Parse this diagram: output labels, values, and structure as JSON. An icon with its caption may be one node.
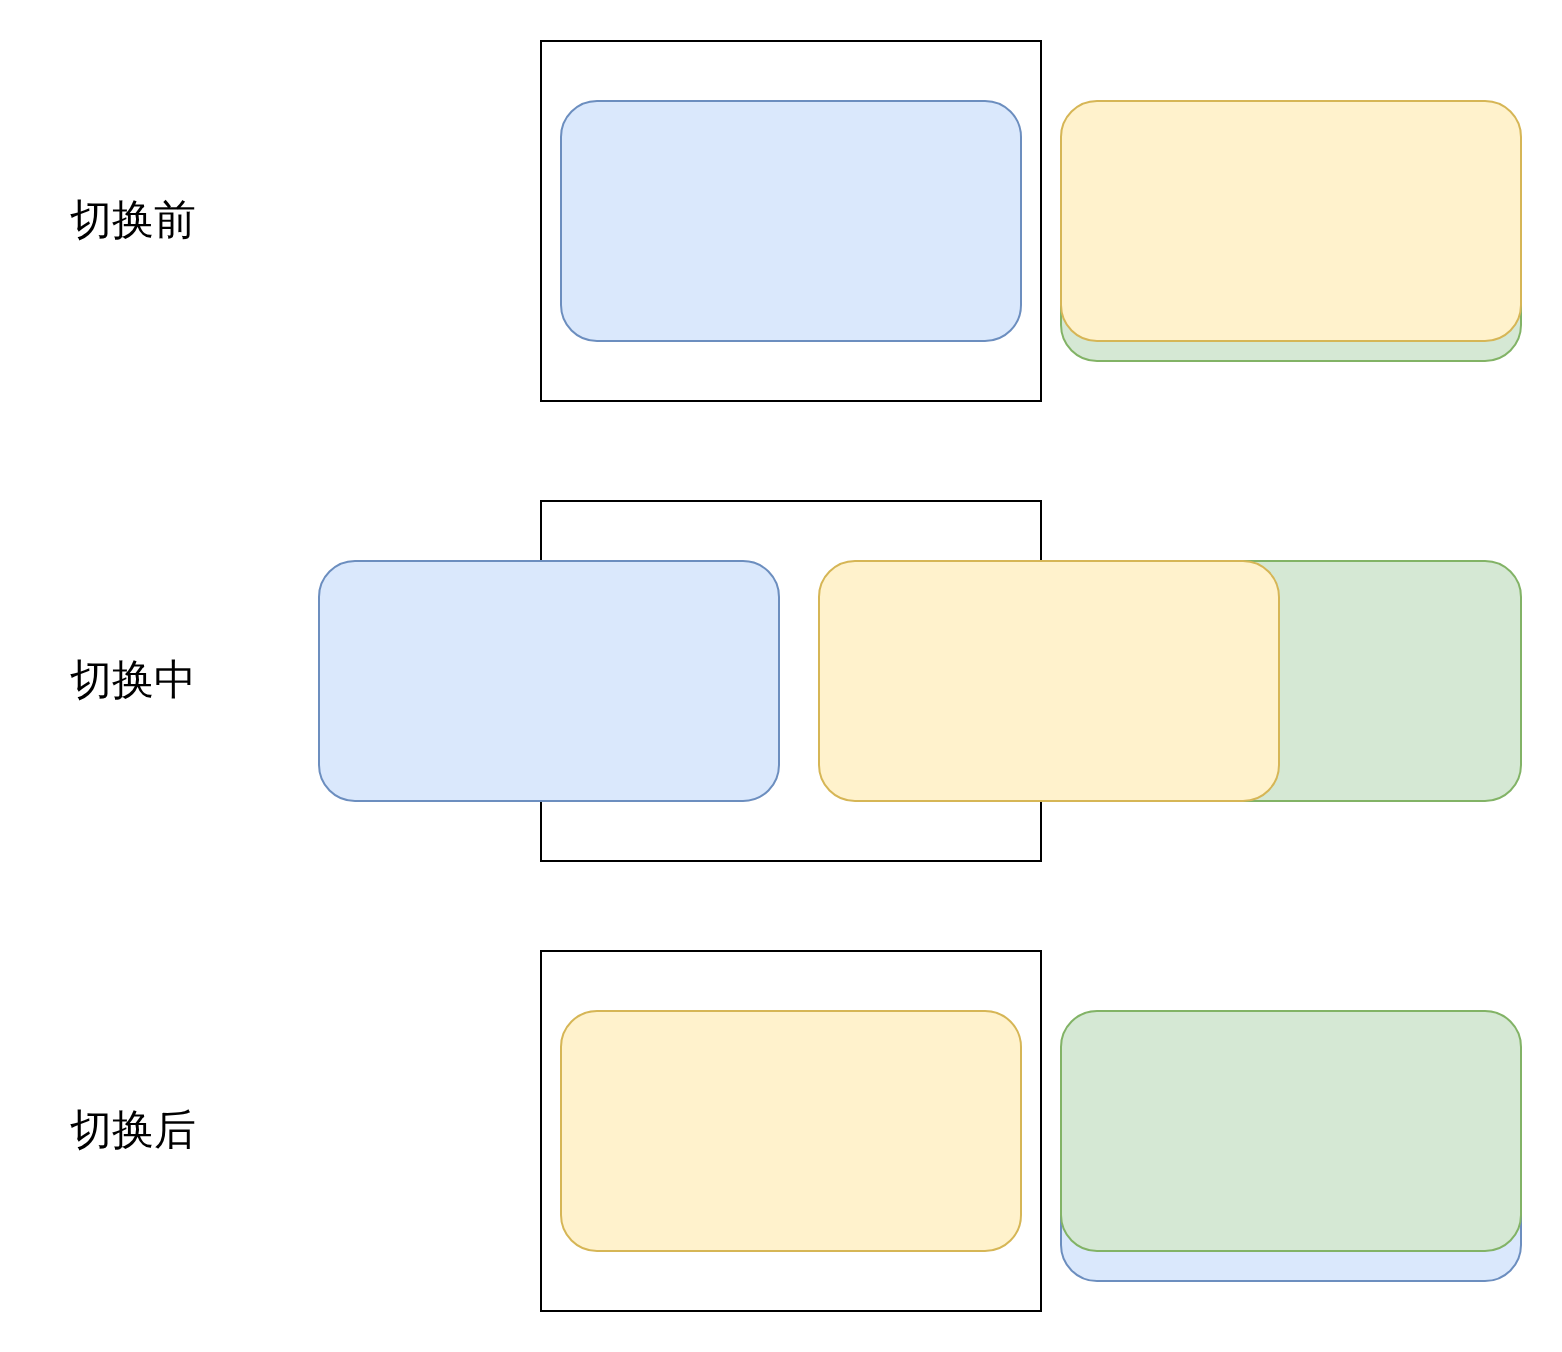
{
  "diagram": {
    "labels": [
      "切换前",
      "切换中",
      "切换后"
    ]
  }
}
